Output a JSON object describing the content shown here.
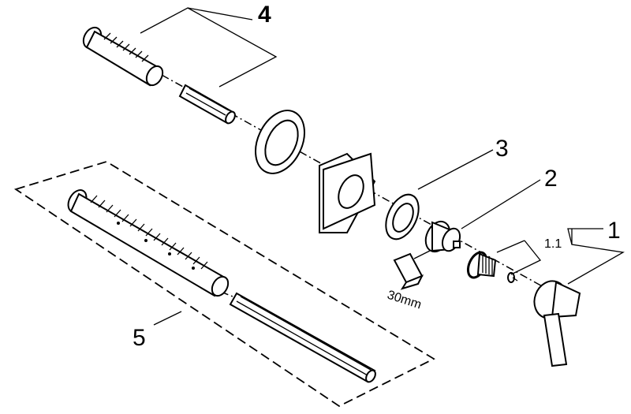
{
  "diagram": {
    "type": "exploded-parts-view",
    "callouts": [
      {
        "id": "1",
        "label": "1",
        "style": "regular"
      },
      {
        "id": "1.1",
        "label": "1.1",
        "style": "regular"
      },
      {
        "id": "2",
        "label": "2",
        "style": "regular"
      },
      {
        "id": "3",
        "label": "3",
        "style": "regular"
      },
      {
        "id": "4",
        "label": "4",
        "style": "bold"
      },
      {
        "id": "5",
        "label": "5",
        "style": "regular"
      }
    ],
    "annotations": {
      "wrench_size": "30mm"
    },
    "parts": [
      "extension-sleeve-short",
      "extension-spindle-short",
      "spring-ring",
      "square-escutcheon",
      "washer",
      "flange-nut",
      "cartridge",
      "screw",
      "lever-handle",
      "hex-socket-key",
      "extension-sleeve-long",
      "extension-spindle-long"
    ]
  }
}
